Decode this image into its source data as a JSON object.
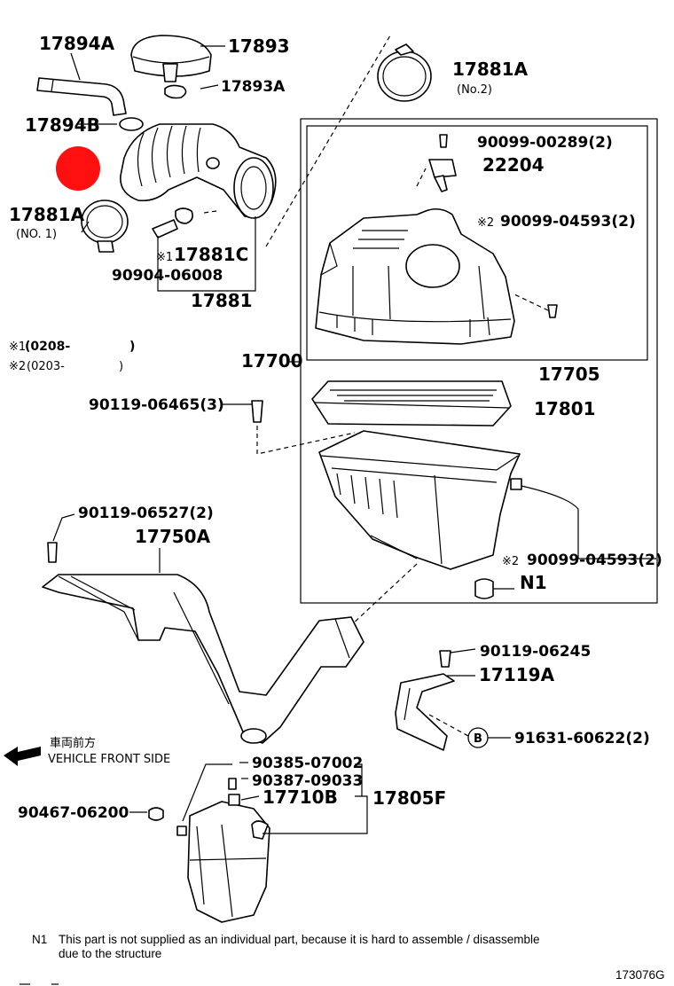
{
  "labels": {
    "p17894A": "17894A",
    "p17893": "17893",
    "p17893A": "17893A",
    "p17894B": "17894B",
    "p17881A_top": "17881A",
    "no2": "(No.2)",
    "p17881A_left": "17881A",
    "no1": "(NO. 1)",
    "p17881C": "17881C",
    "mark1": "※1",
    "p90904": "90904-06008",
    "p17881": "17881",
    "note1_mark": "※1",
    "note1_text": "(0208-",
    "note1_close": ")",
    "note2_mark": "※2",
    "note2_text": "(0203-",
    "note2_close": ")",
    "p90099_00289": "90099-00289(2)",
    "p22204": "22204",
    "mark2_a": "※2",
    "p90099_04593_a": "90099-04593(2)",
    "p17700": "17700",
    "p17705": "17705",
    "p90119_06465": "90119-06465(3)",
    "p17801": "17801",
    "p90119_06527": "90119-06527(2)",
    "p17750A": "17750A",
    "mark2_b": "※2",
    "p90099_04593_b": "90099-04593(2)",
    "pN1": "N1",
    "p90119_06245": "90119-06245",
    "p17119A": "17119A",
    "b_mark": "B",
    "p91631": "91631-60622(2)",
    "front_jp": "車両前方",
    "front_en": "VEHICLE FRONT SIDE",
    "p90385": "90385-07002",
    "p90387": "90387-09033",
    "p17710B": "17710B",
    "p17805F": "17805F",
    "p90467": "90467-06200",
    "footnote_mark": "N1",
    "footnote_line1": "This part is not supplied as an individual part, because it is hard to assemble / disassemble",
    "footnote_line2": "due to the structure",
    "figure_id": "173076G"
  },
  "colors": {
    "highlight_marker": "#ff0000",
    "ink": "#000000",
    "background": "#ffffff"
  }
}
